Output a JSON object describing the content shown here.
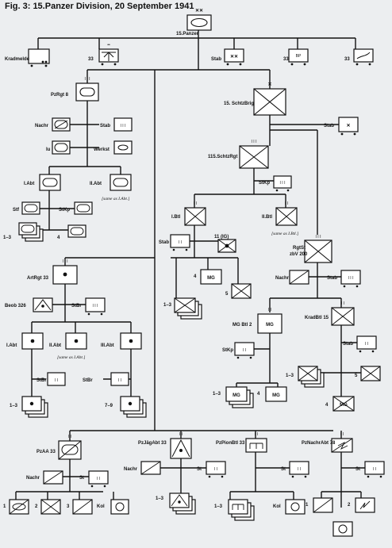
{
  "title": "Fig. 3: 15.Panzer Division, 20 September 1941",
  "units": {
    "div": "15.Panzer",
    "kradmelde": "Kradmelde",
    "div_33a": "33",
    "div_stab": "Stab",
    "div_33b": "33",
    "div_33c": "33",
    "bp_symbol": "BP",
    "pzrgt": "PzRgt 8",
    "pz_nachr": "Nachr",
    "pz_stab": "Stab",
    "pz_iu": "Iu",
    "pz_werkst": "Werkst",
    "pz_iabt": "I.Abt",
    "pz_iiabt": "II.Abt",
    "same_iabt_1": "[same as I.Abt.]",
    "pz_stf": "Stf",
    "pz_stkp": "StKp",
    "pz_13": "1–3",
    "pz_4": "4",
    "schtzbrig": "15. SchtzBrig",
    "sb_stab": "Stab",
    "schtzrgt": "115.SchtzRgt",
    "sr_stkp": "StKp",
    "ibtl": "I.Btl",
    "iibtl": "II.Btl",
    "same_ibtl": "[same as I.Btl.]",
    "ibtl_stab": "Stab",
    "ig": "11 (IG)",
    "mg": "MG",
    "c4": "4",
    "c5": "5",
    "c13a": "1–3",
    "rgtst": "RgtSt",
    "zbv": "zbV 200",
    "rs_nachr": "Nachr",
    "rs_stab": "Stab",
    "artrgt": "ArtRgt 33",
    "beob": "Beob 326",
    "art_stbr": "StBr",
    "art_iabt": "I.Abt",
    "art_iiabt": "II.Abt",
    "art_iiiabt": "III.Abt",
    "same_iabt_2": "[same as I.Abt.]",
    "art_stbr2": "StBr",
    "art_stbr3": "StBr",
    "art_13": "1–3",
    "art_79": "7–9",
    "mgbtl": "MG Btl 2",
    "mg_stkp": "StKp",
    "mg_13": "1–3",
    "mg_4": "4",
    "kradbtl": "KradBtl 15",
    "kb_stab": "Stab",
    "kb_13": "1–3",
    "kb_5": "5",
    "kb_4": "4",
    "pzaa": "PzAA 33",
    "aa_nachr": "Nachr",
    "aa_st": "St",
    "aa_1": "1",
    "aa_2": "2",
    "aa_3": "3",
    "aa_kol": "Kol",
    "pzjg": "PzJägAbt 33",
    "jg_nachr": "Nachr",
    "jg_st": "St",
    "jg_13": "1–3",
    "pzpi": "PzPionBtl 33",
    "pi_st": "St",
    "pi_13": "1–3",
    "pi_kol": "Kol",
    "pznachr": "PzNachrAbt 78",
    "na_st": "St",
    "na_1": "1",
    "na_2": "2"
  }
}
